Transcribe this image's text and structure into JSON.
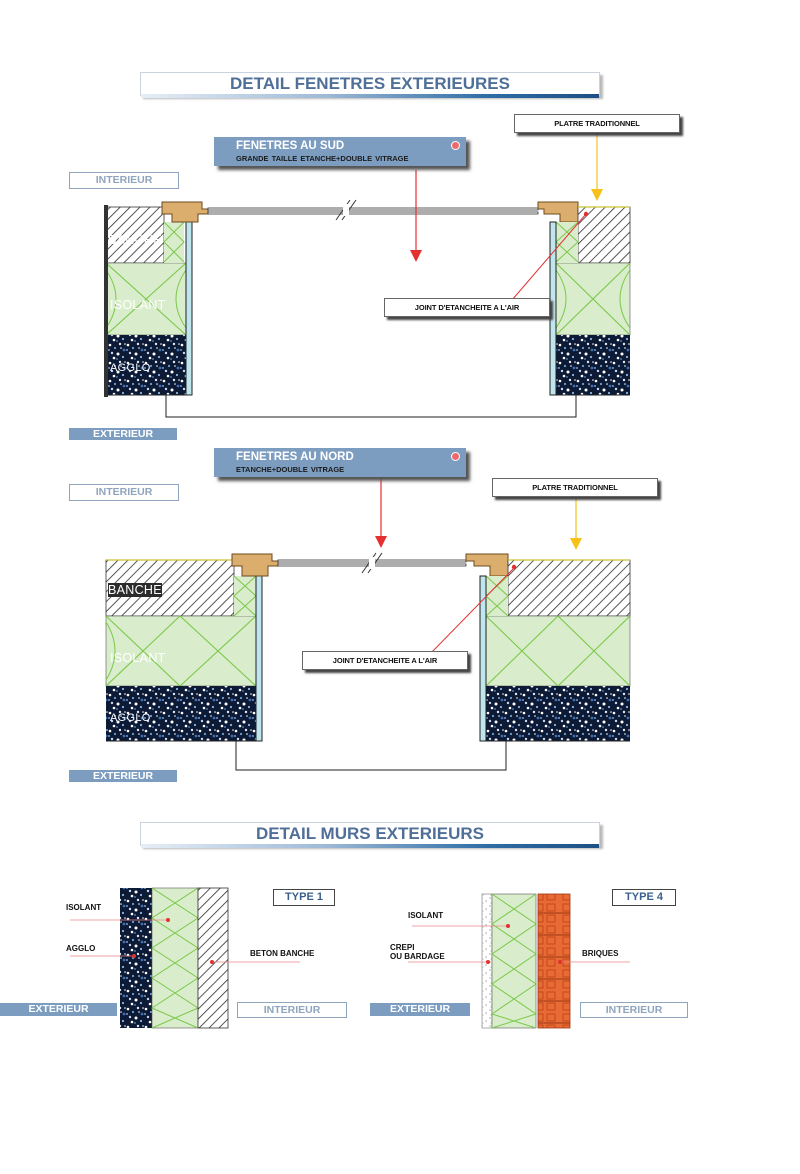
{
  "titles": {
    "windows": "DETAIL FENETRES EXTERIEURES",
    "walls": "DETAIL MURS EXTERIEURS"
  },
  "south": {
    "heading": "FENETRES AU SUD",
    "sub": "GRANDE TAILLE     ETANCHE+DOUBLE VITRAGE",
    "interior": "INTERIEUR",
    "exterior": "EXTERIEUR",
    "platre": "PLATRE TRADITIONNEL",
    "joint": "JOINT D'ETANCHEITE A L'AIR",
    "banche": "BANCHE",
    "isolant": "ISOLANT",
    "agglo": "AGGLO"
  },
  "north": {
    "heading": "FENETRES AU NORD",
    "sub": "ETANCHE+DOUBLE VITRAGE",
    "interior": "INTERIEUR",
    "exterior": "EXTERIEUR",
    "platre": "PLATRE TRADITIONNEL",
    "joint": "JOINT D'ETANCHEITE A L'AIR",
    "banche": "BANCHE",
    "isolant": "ISOLANT",
    "agglo": "AGGLO"
  },
  "walls": {
    "type1": {
      "label": "TYPE 1",
      "isolant": "ISOLANT",
      "agglo": "AGGLO",
      "beton": "BETON BANCHE",
      "exterior": "EXTERIEUR",
      "interior": "INTERIEUR"
    },
    "type4": {
      "label": "TYPE 4",
      "isolant": "ISOLANT",
      "crepi_1": "CREPI",
      "crepi_2": "OU BARDAGE",
      "briques": "BRIQUES",
      "exterior": "EXTERIEUR",
      "interior": "INTERIEUR"
    }
  },
  "colors": {
    "accent_blue": "#7d9dc0",
    "title_blue": "#4f6f98",
    "insulation_green": "#d9edcc",
    "insulation_line": "#7bc84a",
    "arrow_red": "#e53030",
    "arrow_yellow": "#f6c21a",
    "wood": "#dcae6e",
    "brick": "#e86a34"
  }
}
